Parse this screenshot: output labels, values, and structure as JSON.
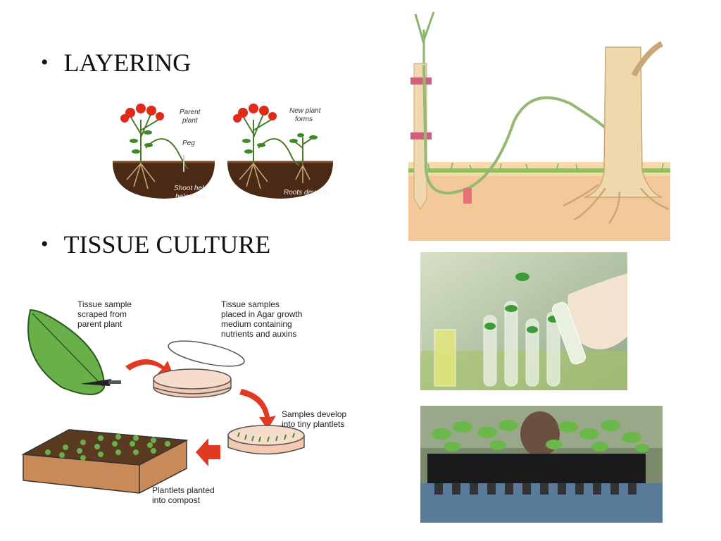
{
  "bullets": {
    "layering": "LAYERING",
    "tissue_culture": "TISSUE CULTURE"
  },
  "layering_diagram": {
    "parent_plant": [
      "Parent",
      "plant"
    ],
    "peg": "Peg",
    "shoot_held": [
      "Shoot held",
      "below soil"
    ],
    "new_plant": [
      "New plant",
      "forms"
    ],
    "roots_develop": "Roots develop"
  },
  "tissue_diagram": {
    "step1": [
      "Tissue sample",
      "scraped from",
      "parent plant"
    ],
    "step2": [
      "Tissue samples",
      "placed in Agar growth",
      "medium containing",
      "nutrients and auxins"
    ],
    "step3": [
      "Samples develop",
      "into tiny plantlets"
    ],
    "step4": [
      "Plantlets planted",
      "into compost"
    ]
  },
  "colors": {
    "arrow": "#e23a22",
    "soil": "#4a2a15",
    "leaf": "#5aa03a",
    "flower": "#e02a1a",
    "dish": "#f3c9b0",
    "tray": "#c98a58"
  }
}
